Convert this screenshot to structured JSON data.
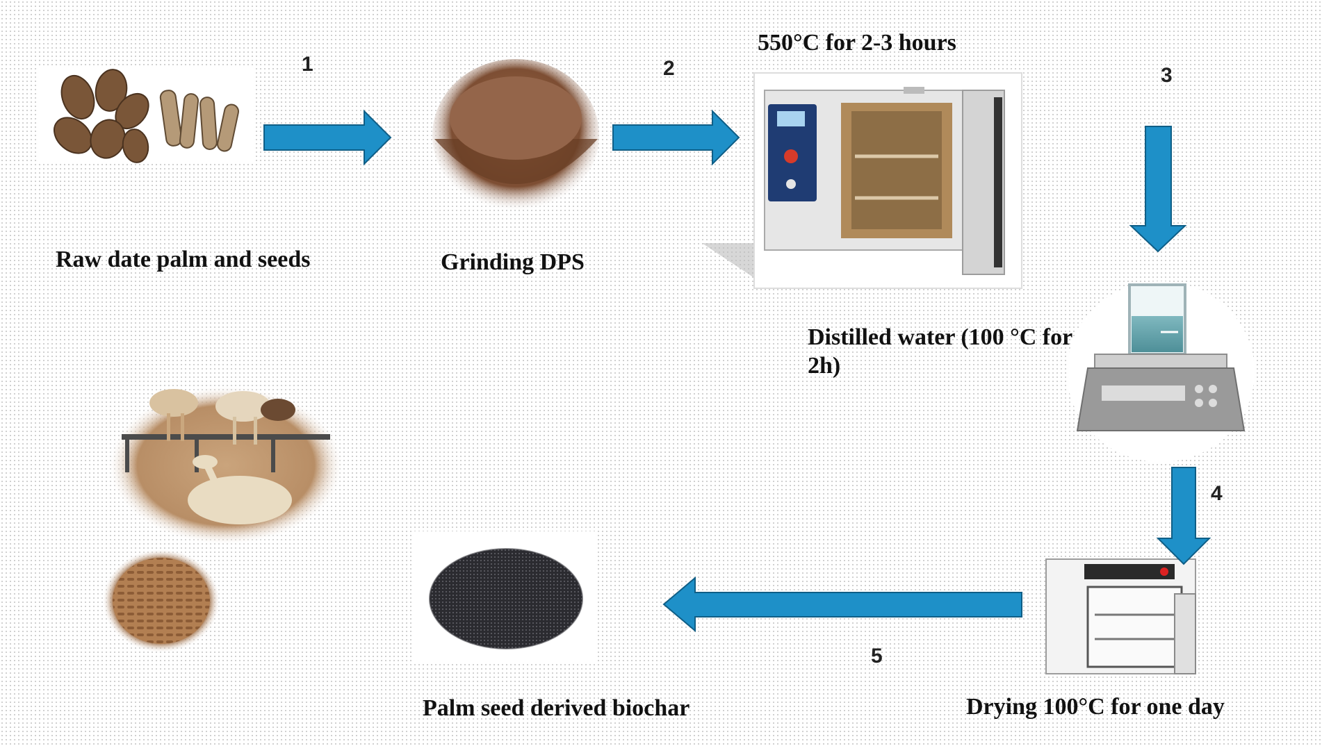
{
  "steps": [
    {
      "num": "1",
      "label": "Raw date palm and seeds"
    },
    {
      "num": "2",
      "label": "Grinding DPS"
    },
    {
      "num": "3",
      "label": "550°C for 2-3 hours"
    },
    {
      "num": "4",
      "label": "Distilled water (100 °C for 2h)"
    },
    {
      "num": "5",
      "label": "Drying 100°C for one day"
    }
  ],
  "final_label": "Palm seed derived biochar",
  "images": [
    {
      "name": "date-seeds-image"
    },
    {
      "name": "powder-bowl-image"
    },
    {
      "name": "muffle-furnace-image"
    },
    {
      "name": "beaker-scale-image"
    },
    {
      "name": "drying-oven-image"
    },
    {
      "name": "biochar-pile-image"
    },
    {
      "name": "camels-image"
    },
    {
      "name": "feed-pellets-image"
    }
  ],
  "colors": {
    "arrow": "#1e90c8",
    "arrow_edge": "#0f5e86",
    "powder": "#8a5a3c",
    "biochar": "#2a2a2e",
    "sand": "#c9a47a"
  }
}
